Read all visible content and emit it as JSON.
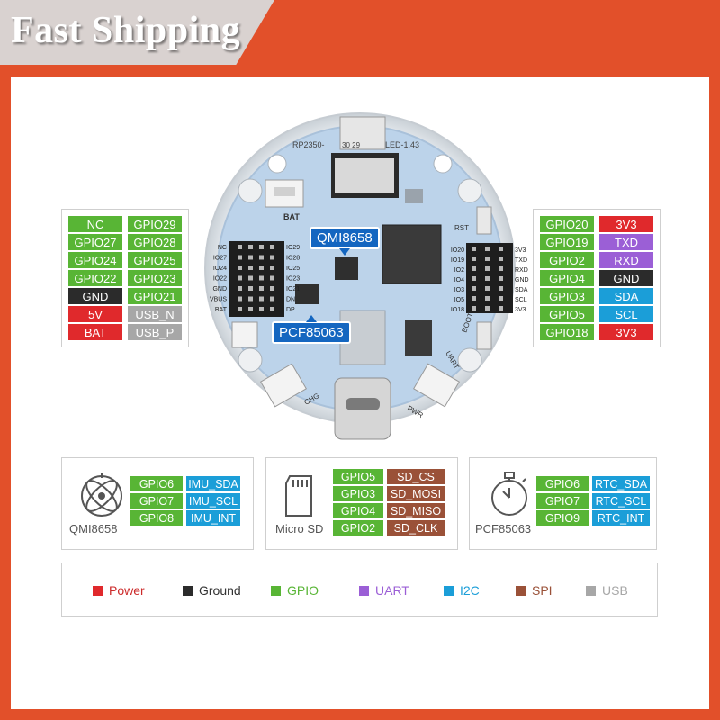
{
  "banner": {
    "title": "Fast Shipping"
  },
  "board": {
    "silkscreen": {
      "model": "RP2350-",
      "model_suffix": "LED-1.43",
      "pins_30_29": "30 29",
      "bat": "BAT",
      "rst": "RST",
      "boot": "BOOT",
      "pwr": "PWR",
      "chg": "CHG",
      "uart": "UART",
      "left_header": [
        "NC",
        "IO27",
        "IO24",
        "IO22",
        "GND",
        "VBUS",
        "BAT"
      ],
      "left_header_right": [
        "IO29",
        "IO28",
        "IO25",
        "IO23",
        "IO21",
        "DN",
        "DP"
      ],
      "right_header_left": [
        "IO20",
        "IO19",
        "IO2",
        "IO4",
        "IO3",
        "IO5",
        "IO18"
      ],
      "right_header": [
        "3V3",
        "TXD",
        "RXD",
        "GND",
        "SDA",
        "SCL",
        "3V3"
      ]
    },
    "chip_labels": {
      "imu": "QMI8658",
      "rtc": "PCF85063"
    }
  },
  "left_pins": [
    {
      "a": {
        "label": "NC",
        "type": "gpio"
      },
      "b": {
        "label": "GPIO29",
        "type": "gpio"
      }
    },
    {
      "a": {
        "label": "GPIO27",
        "type": "gpio"
      },
      "b": {
        "label": "GPIO28",
        "type": "gpio"
      }
    },
    {
      "a": {
        "label": "GPIO24",
        "type": "gpio"
      },
      "b": {
        "label": "GPIO25",
        "type": "gpio"
      }
    },
    {
      "a": {
        "label": "GPIO22",
        "type": "gpio"
      },
      "b": {
        "label": "GPIO23",
        "type": "gpio"
      }
    },
    {
      "a": {
        "label": "GND",
        "type": "ground"
      },
      "b": {
        "label": "GPIO21",
        "type": "gpio"
      }
    },
    {
      "a": {
        "label": "5V",
        "type": "power"
      },
      "b": {
        "label": "USB_N",
        "type": "usb"
      }
    },
    {
      "a": {
        "label": "BAT",
        "type": "power"
      },
      "b": {
        "label": "USB_P",
        "type": "usb"
      }
    }
  ],
  "right_pins": [
    {
      "a": {
        "label": "GPIO20",
        "type": "gpio"
      },
      "b": {
        "label": "3V3",
        "type": "power"
      }
    },
    {
      "a": {
        "label": "GPIO19",
        "type": "gpio"
      },
      "b": {
        "label": "TXD",
        "type": "uart"
      }
    },
    {
      "a": {
        "label": "GPIO2",
        "type": "gpio"
      },
      "b": {
        "label": "RXD",
        "type": "uart"
      }
    },
    {
      "a": {
        "label": "GPIO4",
        "type": "gpio"
      },
      "b": {
        "label": "GND",
        "type": "ground"
      }
    },
    {
      "a": {
        "label": "GPIO3",
        "type": "gpio"
      },
      "b": {
        "label": "SDA",
        "type": "i2c"
      }
    },
    {
      "a": {
        "label": "GPIO5",
        "type": "gpio"
      },
      "b": {
        "label": "SCL",
        "type": "i2c"
      }
    },
    {
      "a": {
        "label": "GPIO18",
        "type": "gpio"
      },
      "b": {
        "label": "3V3",
        "type": "power"
      }
    }
  ],
  "modules": [
    {
      "caption": "QMI8658",
      "icon": "gyroscope-icon",
      "rows": [
        {
          "a": {
            "label": "GPIO6",
            "type": "gpio"
          },
          "b": {
            "label": "IMU_SDA",
            "type": "i2c"
          }
        },
        {
          "a": {
            "label": "GPIO7",
            "type": "gpio"
          },
          "b": {
            "label": "IMU_SCL",
            "type": "i2c"
          }
        },
        {
          "a": {
            "label": "GPIO8",
            "type": "gpio"
          },
          "b": {
            "label": "IMU_INT",
            "type": "i2c"
          }
        }
      ]
    },
    {
      "caption": "Micro SD",
      "icon": "sd-card-icon",
      "rows": [
        {
          "a": {
            "label": "GPIO5",
            "type": "gpio"
          },
          "b": {
            "label": "SD_CS",
            "type": "spi"
          }
        },
        {
          "a": {
            "label": "GPIO3",
            "type": "gpio"
          },
          "b": {
            "label": "SD_MOSI",
            "type": "spi"
          }
        },
        {
          "a": {
            "label": "GPIO4",
            "type": "gpio"
          },
          "b": {
            "label": "SD_MISO",
            "type": "spi"
          }
        },
        {
          "a": {
            "label": "GPIO2",
            "type": "gpio"
          },
          "b": {
            "label": "SD_CLK",
            "type": "spi"
          }
        }
      ]
    },
    {
      "caption": "PCF85063",
      "icon": "stopwatch-icon",
      "rows": [
        {
          "a": {
            "label": "GPIO6",
            "type": "gpio"
          },
          "b": {
            "label": "RTC_SDA",
            "type": "i2c"
          }
        },
        {
          "a": {
            "label": "GPIO7",
            "type": "gpio"
          },
          "b": {
            "label": "RTC_SCL",
            "type": "i2c"
          }
        },
        {
          "a": {
            "label": "GPIO9",
            "type": "gpio"
          },
          "b": {
            "label": "RTC_INT",
            "type": "i2c"
          }
        }
      ]
    }
  ],
  "legend": [
    {
      "label": "Power",
      "color": "#e0292c"
    },
    {
      "label": "Ground",
      "color": "#2b2b2b"
    },
    {
      "label": "GPIO",
      "color": "#58b535"
    },
    {
      "label": "UART",
      "color": "#9b5fd6"
    },
    {
      "label": "I2C",
      "color": "#1b9ed8"
    },
    {
      "label": "SPI",
      "color": "#9a5138"
    },
    {
      "label": "USB",
      "color": "#a7a7a7"
    }
  ],
  "colors": {
    "background": "#e2502a",
    "banner_bg": "#d9d2d0",
    "chip_label": "#1466c0",
    "pcb": "#bcd3ea"
  }
}
